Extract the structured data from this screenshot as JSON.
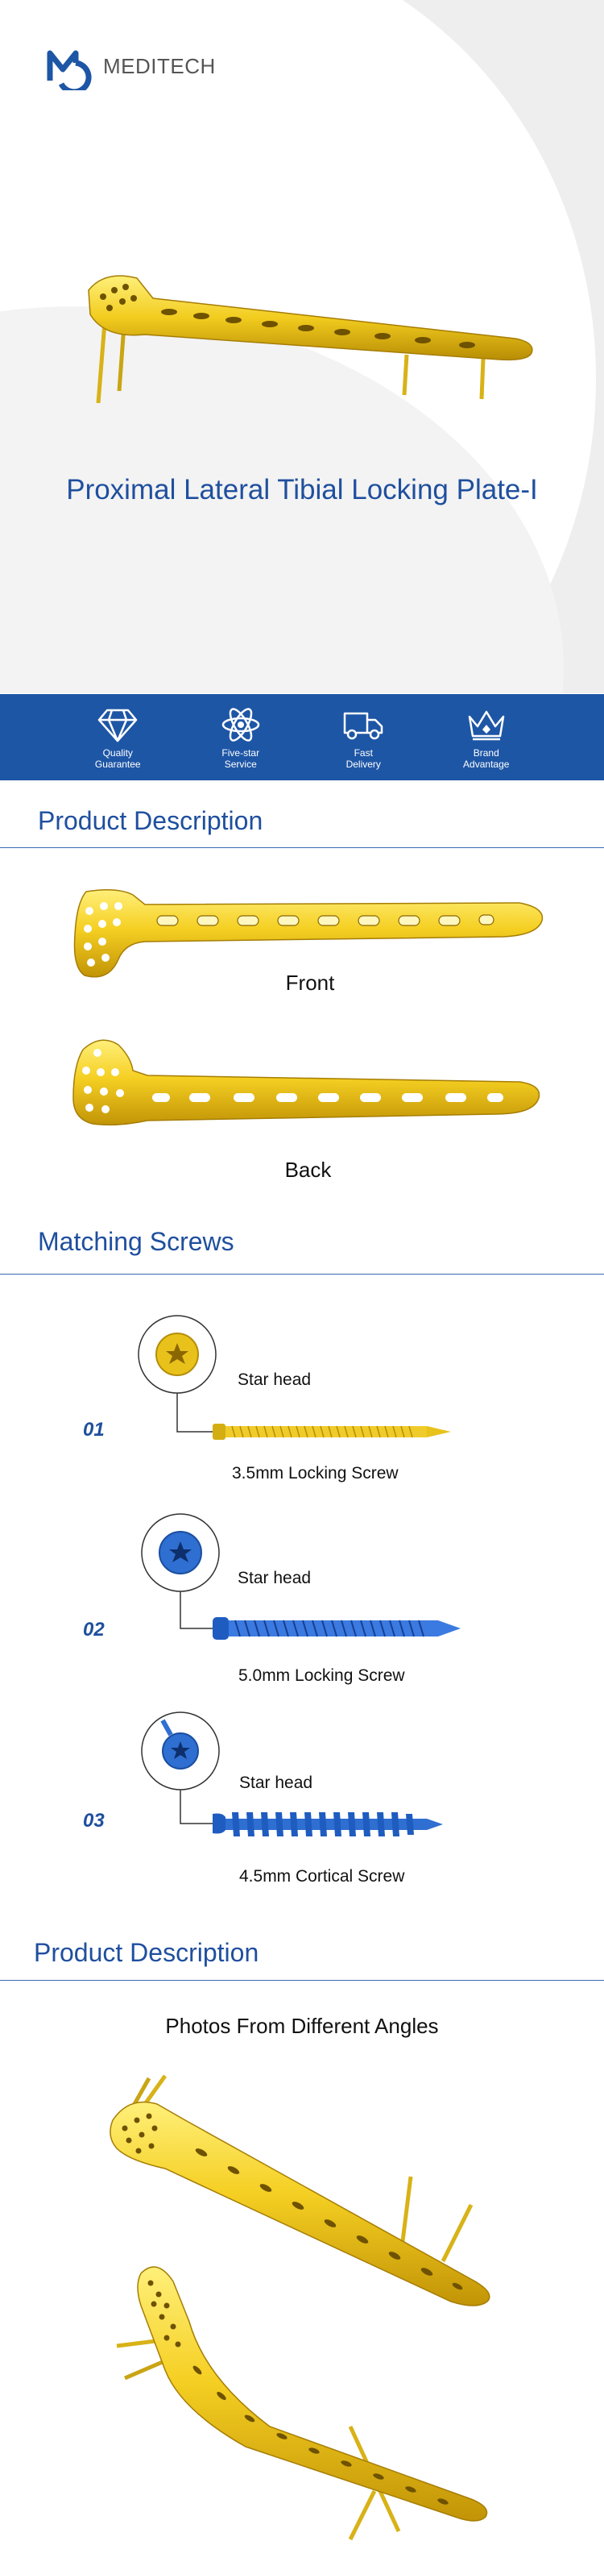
{
  "brand": {
    "name": "MEDITECH",
    "logo_color": "#1e56a6"
  },
  "hero": {
    "title": "Proximal Lateral Tibial Locking Plate-I"
  },
  "features": [
    {
      "icon": "diamond-icon",
      "label": "Quality\nGuarantee"
    },
    {
      "icon": "atom-icon",
      "label": "Five-star\nService"
    },
    {
      "icon": "truck-icon",
      "label": "Fast\nDelivery"
    },
    {
      "icon": "crown-icon",
      "label": "Brand\nAdvantage"
    }
  ],
  "description": {
    "title": "Product Description",
    "front_label": "Front",
    "back_label": "Back"
  },
  "screws": {
    "title": "Matching Screws",
    "items": [
      {
        "num": "01",
        "head": "Star head",
        "name": "3.5mm Locking Screw",
        "color": "#e8c21a"
      },
      {
        "num": "02",
        "head": "Star head",
        "name": "5.0mm Locking Screw",
        "color": "#2f6fd1"
      },
      {
        "num": "03",
        "head": "Star head",
        "name": "4.5mm Cortical Screw",
        "color": "#2f6fd1"
      }
    ]
  },
  "angles": {
    "title": "Product Description",
    "subtitle": "Photos From Different Angles"
  },
  "colors": {
    "accent": "#1f4f9e",
    "strip": "#1e56a6",
    "gold": "#f2cc1e"
  }
}
